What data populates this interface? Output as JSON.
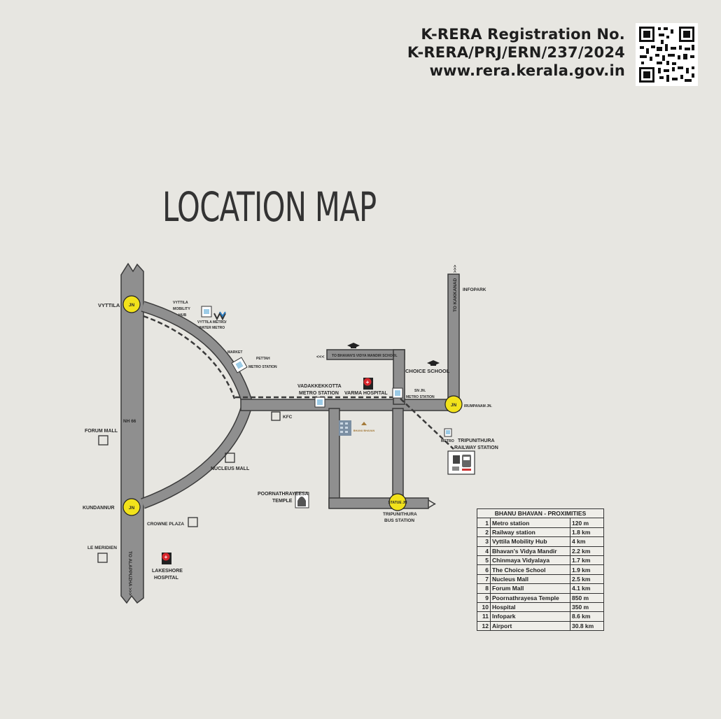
{
  "rera": {
    "line1": "K-RERA Registration No.",
    "line2": "K-RERA/PRJ/ERN/237/2024",
    "line3": "www.rera.kerala.gov.in"
  },
  "title": "LOCATION MAP",
  "junction_label": "JN",
  "labels": {
    "vyttila": "VYTTILA",
    "vyttila_hub_1": "VYTTILA",
    "vyttila_hub_2": "MOBILITY",
    "vyttila_hub_3": "HUB",
    "vyttila_metro_1": "VYTTILA METRO/",
    "vyttila_metro_2": "WATER METRO",
    "market": "MARKET",
    "pettah_1": "PETTAH",
    "pettah_2": "METRO STATION",
    "to_bhavans": "TO BHAVAN'S VIDYA MANDIR SCHOOL",
    "arrows_left": "<<<",
    "choice_school": "CHOICE SCHOOL",
    "vadakkekkotta_1": "VADAKKEKKOTTA",
    "vadakkekkotta_2": "METRO STATION",
    "varma_hospital": "VARMA HOSPITAL",
    "sn_jn_1": "SN JN.",
    "sn_jn_2": "METRO STATION",
    "irumpanam": "IRUMPANAM JN.",
    "tokakkanad": "TO KAKKANAD",
    "arrows_up": ">>>",
    "infopark": "INFOPARK",
    "nh66": "NH 66",
    "kfc": "KFC",
    "forum_mall": "FORUM MALL",
    "nucleus_mall": "NUCLEUS MALL",
    "metro": "METRO",
    "tripunithura_rs_1": "TRIPUNITHURA",
    "tripunithura_rs_2": "RAILWAY STATION",
    "kundannur": "KUNDANNUR",
    "poornathrayeesa_1": "POORNATHRAYEESA",
    "poornathrayeesa_2": "TEMPLE",
    "statue_jn": "STATUE JN",
    "tripunithura_bs_1": "TRIPUNITHURA",
    "tripunithura_bs_2": "BUS STATION",
    "crowne_plaza": "CROWNE PLAZA",
    "le_meridien": "LE MERIDIEN",
    "to_alappuzha": "TO ALAPPUZHA >>>",
    "lakeshore_1": "LAKESHORE",
    "lakeshore_2": "HOSPITAL",
    "bhanu_bhavan_logo": "BHANU BHAVAN"
  },
  "proximities": {
    "title": "BHANU BHAVAN - PROXIMITIES",
    "rows": [
      {
        "n": "1",
        "place": "Metro station",
        "dist": "120 m"
      },
      {
        "n": "2",
        "place": "Railway station",
        "dist": "1.8 km"
      },
      {
        "n": "3",
        "place": "Vyttila Mobility Hub",
        "dist": "4 km"
      },
      {
        "n": "4",
        "place": "Bhavan's Vidya Mandir",
        "dist": "2.2 km"
      },
      {
        "n": "5",
        "place": "Chinmaya Vidyalaya",
        "dist": "1.7 km"
      },
      {
        "n": "6",
        "place": "The Choice School",
        "dist": "1.9 km"
      },
      {
        "n": "7",
        "place": "Nucleus Mall",
        "dist": "2.5 km"
      },
      {
        "n": "8",
        "place": "Forum Mall",
        "dist": "4.1 km"
      },
      {
        "n": "9",
        "place": "Poornathrayesa Temple",
        "dist": "850 m"
      },
      {
        "n": "10",
        "place": "Hospital",
        "dist": "350 m"
      },
      {
        "n": "11",
        "place": "Infopark",
        "dist": "8.6 km"
      },
      {
        "n": "12",
        "place": "Airport",
        "dist": "30.8 km"
      }
    ]
  },
  "colors": {
    "road": "#8f8f8f",
    "road_edge": "#3a3a3a",
    "junction": "#f2e21b",
    "hospital_red": "#d8262c"
  }
}
